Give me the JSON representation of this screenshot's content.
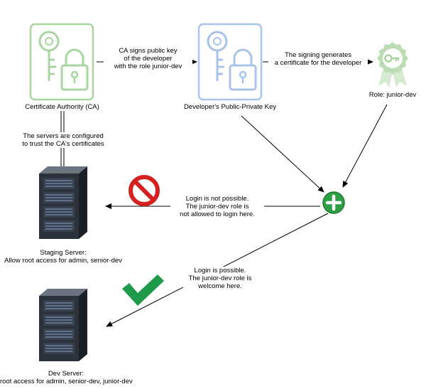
{
  "nodes": {
    "ca": {
      "label": "Certificate Authority (CA)"
    },
    "dev_key": {
      "label": "Developer's Public-Private Key"
    },
    "role": {
      "label": "Role: junior-dev"
    },
    "staging": {
      "title": "Staging Server:",
      "desc": "Allow root access for admin, senior-dev"
    },
    "dev": {
      "title": "Dev Server:",
      "desc": "root access for admin, senior-dev, junior-dev"
    }
  },
  "edges": {
    "ca_signs": {
      "line1": "CA signs public key",
      "line2": "of the developer",
      "line3": "with the role junior-dev"
    },
    "signing": {
      "line1": "The signing generates",
      "line2": "a certificate for the developer"
    },
    "trust": {
      "line1": "The servers are configured",
      "line2": "to trust the CA's certificates"
    },
    "login_denied": {
      "line1": "Login is not  possible.",
      "line2": "The junior-dev role is",
      "line3": "not allowed to login here."
    },
    "login_ok": {
      "line1": "Login is possible.",
      "line2": "The junior-dev role is",
      "line3": "welcome here."
    }
  },
  "icons": {
    "ca_key": "key-lock-icon",
    "dev_key": "key-lock-icon",
    "certificate": "certificate-badge-icon",
    "plus": "plus-circle-icon",
    "forbidden": "no-entry-icon",
    "check": "checkmark-icon",
    "server": "server-rack-icon"
  },
  "colors": {
    "ca_green": "#a8d5a0",
    "dev_blue": "#a8c4ea",
    "plus_green": "#2ea043",
    "no_red": "#d61f1f",
    "check_green": "#1f9a4a"
  }
}
